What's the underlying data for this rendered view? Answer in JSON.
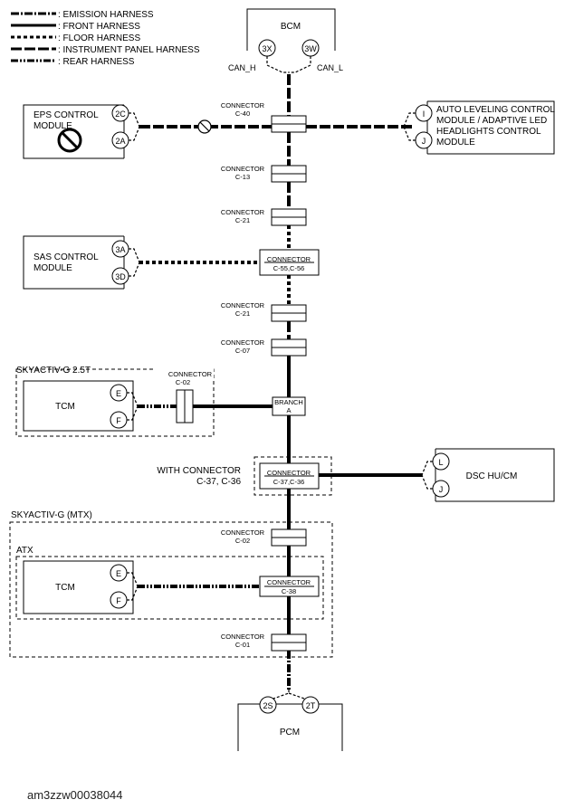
{
  "legend": [
    {
      "label": ": EMISSION HARNESS"
    },
    {
      "label": ": FRONT HARNESS"
    },
    {
      "label": ": FLOOR HARNESS"
    },
    {
      "label": ": INSTRUMENT PANEL HARNESS"
    },
    {
      "label": ": REAR HARNESS"
    }
  ],
  "bcm": {
    "title": "BCM",
    "pin_left": "3X",
    "pin_right": "3W",
    "can_h": "CAN_H",
    "can_l": "CAN_L"
  },
  "eps": {
    "title_1": "EPS CONTROL",
    "title_2": "MODULE",
    "pin_a": "2C",
    "pin_b": "2A",
    "prohibit_icon": "prohibition-icon"
  },
  "auto_leveling": {
    "line_1": "AUTO LEVELING CONTROL",
    "line_2": "MODULE / ADAPTIVE LED",
    "line_3": "HEADLIGHTS CONTROL",
    "line_4": "MODULE",
    "pin_a": "I",
    "pin_b": "J"
  },
  "connectors": {
    "c40": {
      "line_1": "CONNECTOR",
      "line_2": "C-40"
    },
    "c13": {
      "line_1": "CONNECTOR",
      "line_2": "C-13"
    },
    "c21a": {
      "line_1": "CONNECTOR",
      "line_2": "C-21"
    },
    "c55": {
      "line_1": "CONNECTOR",
      "line_2": "C-55,C-56"
    },
    "c21b": {
      "line_1": "CONNECTOR",
      "line_2": "C-21"
    },
    "c07": {
      "line_1": "CONNECTOR",
      "line_2": "C-07"
    },
    "c02a": {
      "line_1": "CONNECTOR",
      "line_2": "C-02"
    },
    "branch": {
      "line_1": "BRANCH",
      "line_2": "A"
    },
    "c37": {
      "line_1": "CONNECTOR",
      "line_2": "C-37,C-36"
    },
    "c02b": {
      "line_1": "CONNECTOR",
      "line_2": "C-02"
    },
    "c38": {
      "line_1": "CONNECTOR",
      "line_2": "C-38"
    },
    "c01": {
      "line_1": "CONNECTOR",
      "line_2": "C-01"
    }
  },
  "sas": {
    "title_1": "SAS CONTROL",
    "title_2": "MODULE",
    "pin_a": "3A",
    "pin_b": "3D"
  },
  "skyactiv_25t": {
    "label": "SKYACTIV-G 2.5T",
    "tcm": "TCM",
    "pin_a": "E",
    "pin_b": "F"
  },
  "with_connector": {
    "line_1": "WITH CONNECTOR",
    "line_2": "C-37, C-36"
  },
  "dsc": {
    "title": "DSC HU/CM",
    "pin_a": "L",
    "pin_b": "J"
  },
  "skyactiv_mtx": {
    "label": "SKYACTIV-G (MTX)"
  },
  "atx": {
    "label": "ATX",
    "tcm": "TCM",
    "pin_a": "E",
    "pin_b": "F"
  },
  "pcm": {
    "title": "PCM",
    "pin_left": "2S",
    "pin_right": "2T"
  },
  "figure_id": "am3zzw00038044"
}
